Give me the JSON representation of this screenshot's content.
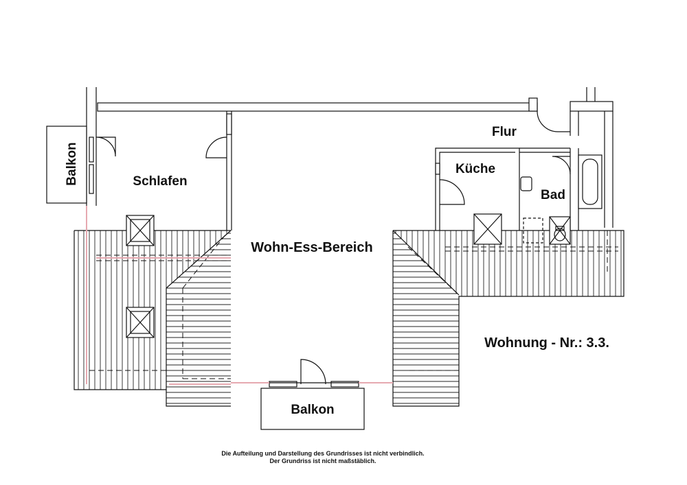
{
  "rooms": {
    "balkon_left": "Balkon",
    "schlafen": "Schlafen",
    "flur": "Flur",
    "kueche": "Küche",
    "bad": "Bad",
    "wohn": "Wohn-Ess-Bereich",
    "balkon_bottom": "Balkon"
  },
  "apartment_label": "Wohnung - Nr.: 3.3.",
  "disclaimer": {
    "line1": "Die Aufteilung und Darstellung des Grundrisses ist nicht verbindlich.",
    "line2": "Der Grundriss ist nicht maßstäblich."
  }
}
